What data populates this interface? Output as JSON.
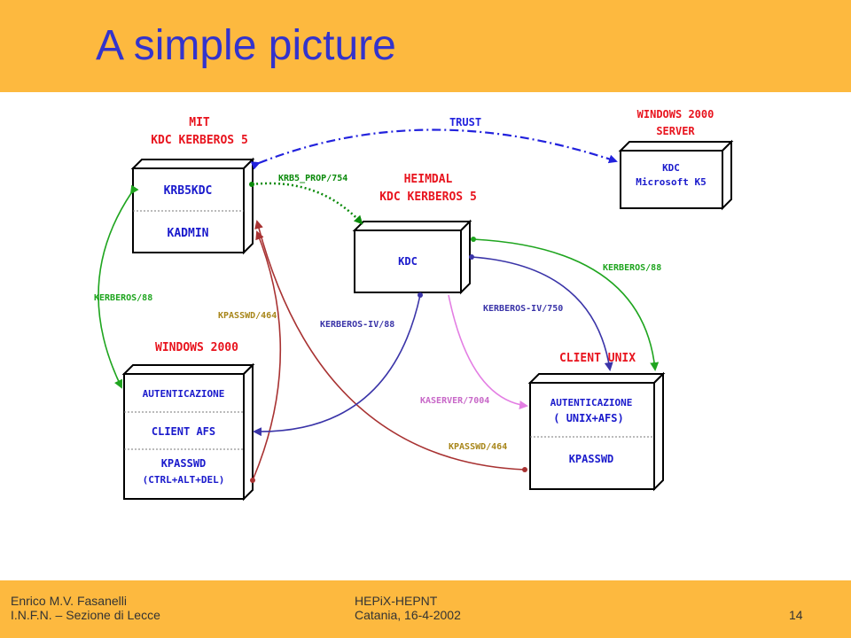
{
  "slide": {
    "title": "A simple picture",
    "footer": {
      "author": "Enrico M.V. Fasanelli",
      "institution": "I.N.F.N. – Sezione di Lecce",
      "event": "HEPiX-HEPNT",
      "place_date": "Catania, 16-4-2002",
      "page_number": "14"
    }
  },
  "diagram": {
    "groups": {
      "mit": [
        "MIT",
        "KDC KERBEROS 5"
      ],
      "heimdal": [
        "HEIMDAL",
        "KDC KERBEROS 5"
      ],
      "win2000_server": [
        "WINDOWS 2000",
        "SERVER"
      ],
      "win2000": "WINDOWS 2000",
      "client_unix": "CLIENT UNIX"
    },
    "boxes": {
      "mit": [
        "KRB5KDC",
        "KADMIN"
      ],
      "heimdal": [
        "KDC"
      ],
      "win2000_server": [
        "KDC",
        "Microsoft K5"
      ],
      "win2000": [
        "AUTENTICAZIONE",
        "CLIENT AFS",
        "KPASSWD",
        "(CTRL+ALT+DEL)"
      ],
      "client_unix": [
        "AUTENTICAZIONE",
        "( UNIX+AFS)",
        "KPASSWD"
      ]
    },
    "connections": {
      "trust": "TRUST",
      "krb5_prop": "KRB5_PROP/754",
      "kerberos88_left": "KERBEROS/88",
      "kpasswd464_left": "KPASSWD/464",
      "kerberos_iv88": "KERBEROS-IV/88",
      "kerberos_iv750": "KERBEROS-IV/750",
      "kerberos88_right": "KERBEROS/88",
      "kaserver7004": "KASERVER/7004",
      "kpasswd464_right": "KPASSWD/464"
    },
    "colors": {
      "heading_red": "#E8141E",
      "box_text_blue": "#1A1ACC",
      "trust_blue": "#2222DD",
      "prop_green_dark": "#0A8A0A",
      "kerberos_green": "#1FA51F",
      "kpasswd_red": "#A83232",
      "kerberos_iv_blue": "#3A34A8",
      "kaserver_pink": "#E37EE3"
    }
  }
}
